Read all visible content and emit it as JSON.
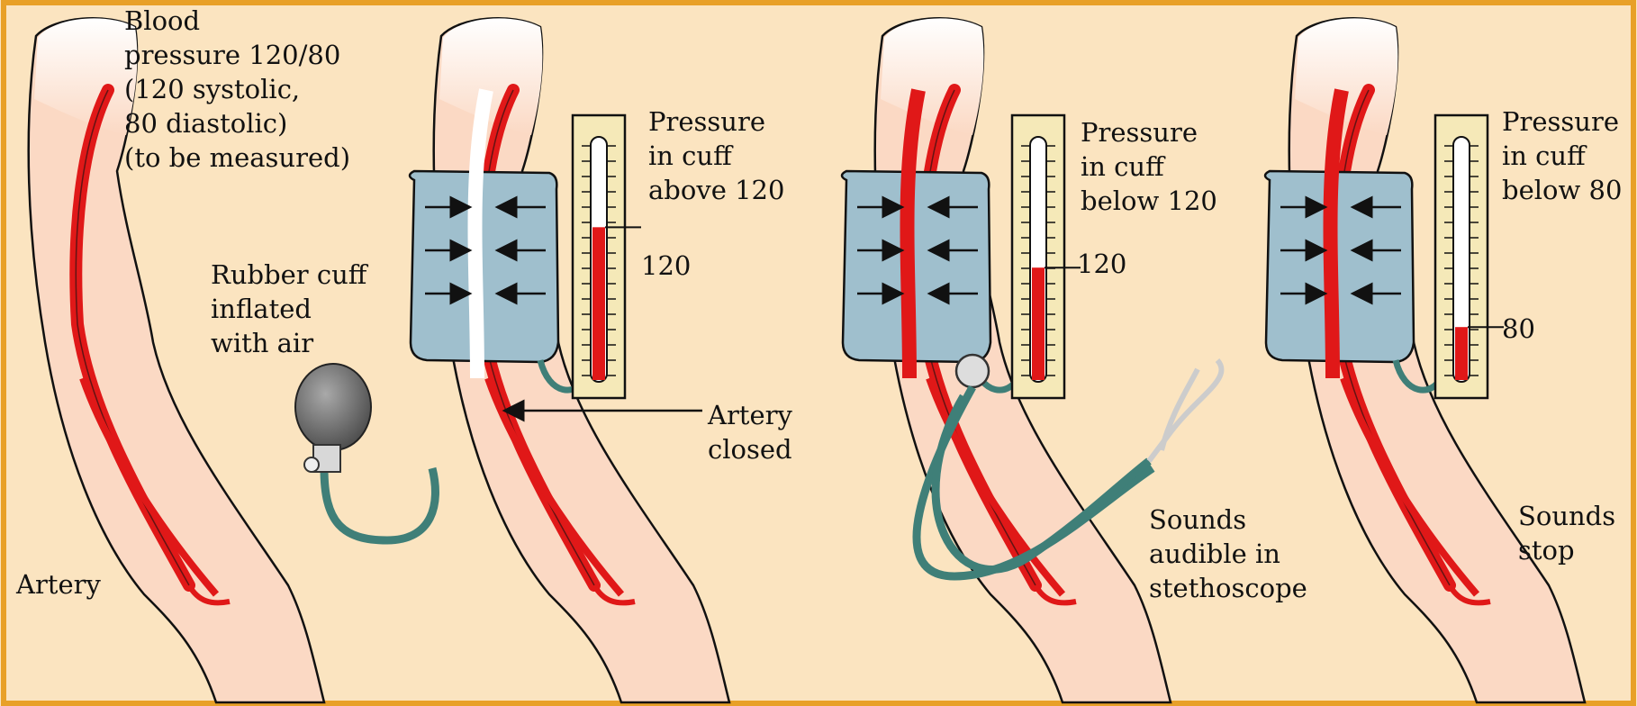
{
  "colors": {
    "background": "#fbe4c0",
    "frame": "#e8a028",
    "skin": "#fbd9c4",
    "artery": "#e01818",
    "cuff": "#9fbfcd",
    "tubing": "#3f7f78",
    "bulb": "#6f6f6f",
    "gauge_mercury": "#e01818",
    "gauge_case": "#f5e9b8"
  },
  "labels": {
    "panel1_note": [
      "Blood",
      "pressure 120/80",
      "(120 systolic,",
      "80 diastolic)",
      "(to be measured)"
    ],
    "panel1_artery": "Artery",
    "panel2_cuff": [
      "Rubber cuff",
      "inflated",
      "with air"
    ],
    "panel2_pressure": [
      "Pressure",
      "in cuff",
      "above 120"
    ],
    "panel2_artery": [
      "Artery",
      "closed"
    ],
    "panel3_pressure": [
      "Pressure",
      "in cuff",
      "below 120"
    ],
    "panel3_sounds": [
      "Sounds",
      "audible in",
      "stethoscope"
    ],
    "panel4_pressure": [
      "Pressure",
      "in cuff",
      "below 80"
    ],
    "panel4_sounds": [
      "Sounds",
      "stop"
    ]
  },
  "gauges": [
    {
      "tick_label": "120",
      "mercury_level": 0.62
    },
    {
      "tick_label": "120",
      "mercury_level": 0.45
    },
    {
      "tick_label": "80",
      "mercury_level": 0.2
    }
  ],
  "icons": [
    "arm",
    "artery",
    "blood-pressure-cuff",
    "inflation-bulb",
    "mercury-manometer",
    "stethoscope",
    "arrow-icon"
  ]
}
